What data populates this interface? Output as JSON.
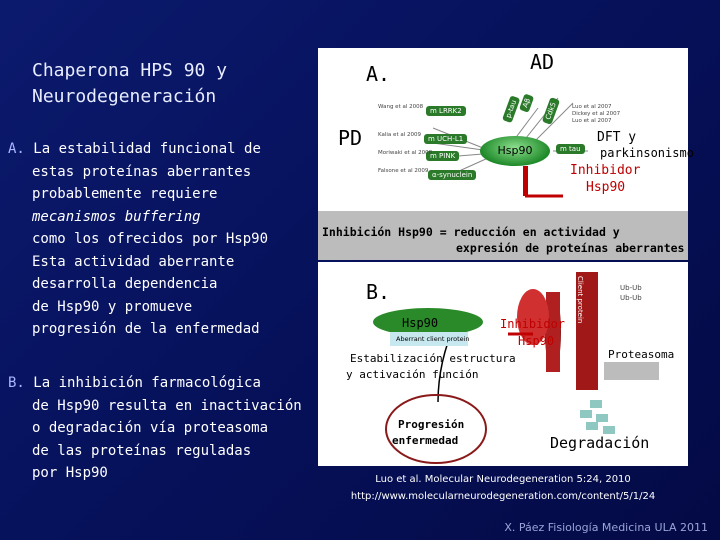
{
  "title": "Chaperona HPS 90 y\nNeurodegeneración",
  "paragraph_a": {
    "marker": "A.",
    "lines": [
      "La estabilidad funcional de",
      "estas proteínas aberrantes",
      "probablemente requiere",
      "mecanismos buffering",
      "como los ofrecidos por Hsp90",
      "Esta actividad aberrante",
      "desarrolla dependencia",
      "de Hsp90 y promueve",
      "progresión de la enfermedad"
    ]
  },
  "paragraph_b": {
    "marker": "B.",
    "lines": [
      "La inhibición farmacológica",
      "de Hsp90 resulta en inactivación",
      "o degradación vía proteasoma",
      "de las proteínas reguladas",
      "por Hsp90"
    ]
  },
  "figure_a": {
    "label": "A.",
    "ad": "AD",
    "pd": "PD",
    "dft": "DFT y",
    "parkinsonismo": "parkinsonismo",
    "inhibidor": "Inhibidor",
    "hsp90": "Hsp90",
    "hsp90_center": "Hsp90",
    "caption_line1": "Inhibición Hsp90 = reducción en actividad y",
    "caption_line2": "expresión de proteínas aberrantes",
    "chips": [
      "m LRRK2",
      "m UCH-L1",
      "m PINK",
      "α-synuclein",
      "m tau",
      "p-tau",
      "Aβ",
      "Cdk5"
    ],
    "refs_left": [
      "Wang et al 2008",
      "Kalia et al 2009",
      "Moriwaki et al 2008",
      "Falsone et al 2009"
    ],
    "refs_right": [
      "Luo et al 2007",
      "Dickey et al 2007",
      "Luo et al 2007"
    ]
  },
  "figure_b": {
    "label": "B.",
    "hsp90": "Hsp90",
    "aberrant": "Aberrant client protein",
    "inhibidor": "Inhibidor",
    "inhibidor_hsp": "Hsp90",
    "client": "Client protein",
    "ub1": "Ub-Ub",
    "ub2": "Ub-Ub",
    "proteasoma": "Proteasoma",
    "estabilizacion1": "Estabilización estructura",
    "estabilizacion2": "y activación función",
    "progresion1": "Progresión",
    "progresion2": "enfermedad",
    "degradacion": "Degradación"
  },
  "reference": {
    "line1": "Luo et al. Molecular Neurodegeneration 5:24, 2010",
    "line2": "http://www.molecularneurodegeneration.com/content/5/1/24"
  },
  "footer": "X. Páez Fisiología Medicina ULA 2011",
  "colors": {
    "background": "#0c1a6e",
    "red": "#c00000",
    "green": "#1f8a2a"
  }
}
